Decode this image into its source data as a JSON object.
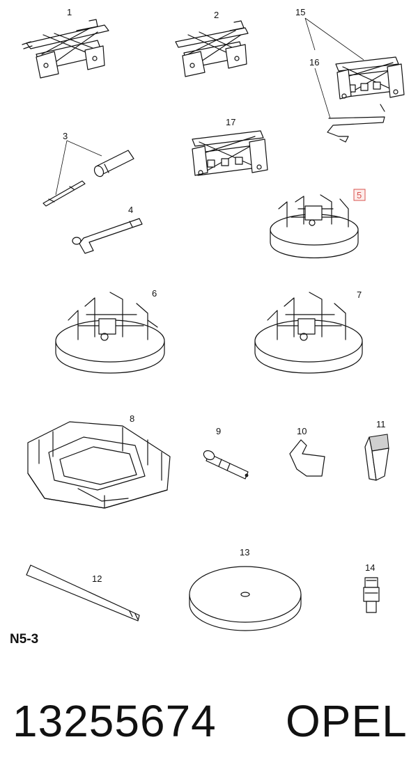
{
  "callouts": {
    "p1": "1",
    "p2": "2",
    "p3": "3",
    "p4": "4",
    "p5": "5",
    "p6": "6",
    "p7": "7",
    "p8": "8",
    "p9": "9",
    "p10": "10",
    "p11": "11",
    "p12": "12",
    "p13": "13",
    "p14": "14",
    "p15": "15",
    "p16": "16",
    "p17": "17"
  },
  "highlight_color": "#d9534f",
  "section_code": "N5-3",
  "part_number": "13255674",
  "brand": "OPEL"
}
